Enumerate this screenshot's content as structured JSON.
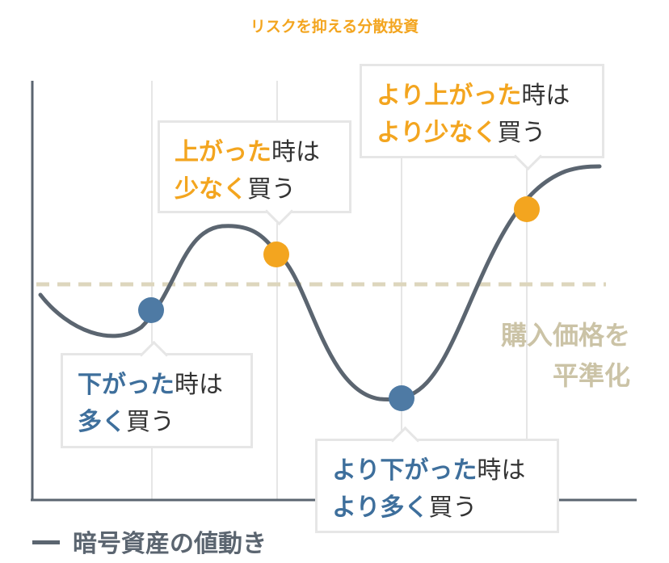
{
  "title": "リスクを抑える分散投資",
  "callouts": {
    "c1": {
      "line1_hl": "上がった",
      "line1_rest": "時は",
      "line2_hl": "少なく",
      "line2_rest": "買う"
    },
    "c2": {
      "line1_hl": "より上がった",
      "line1_rest": "時は",
      "line2_hl": "より少なく",
      "line2_rest": "買う"
    },
    "c3": {
      "line1_hl": "下がった",
      "line1_rest": "時は",
      "line2_hl": "多く",
      "line2_rest": "買う"
    },
    "c4": {
      "line1_hl": "より下がった",
      "line1_rest": "時は",
      "line2_hl": "より多く",
      "line2_rest": "買う"
    }
  },
  "average_label": {
    "line1": "購入価格を",
    "line2": "平準化"
  },
  "legend": {
    "label": "暗号資産の値動き"
  },
  "colors": {
    "accent_orange": "#f3a51f",
    "accent_blue": "#3e6f9c",
    "curve": "#5b6570",
    "average_line": "#ddd6bd",
    "grid": "#e6e6e6"
  }
}
